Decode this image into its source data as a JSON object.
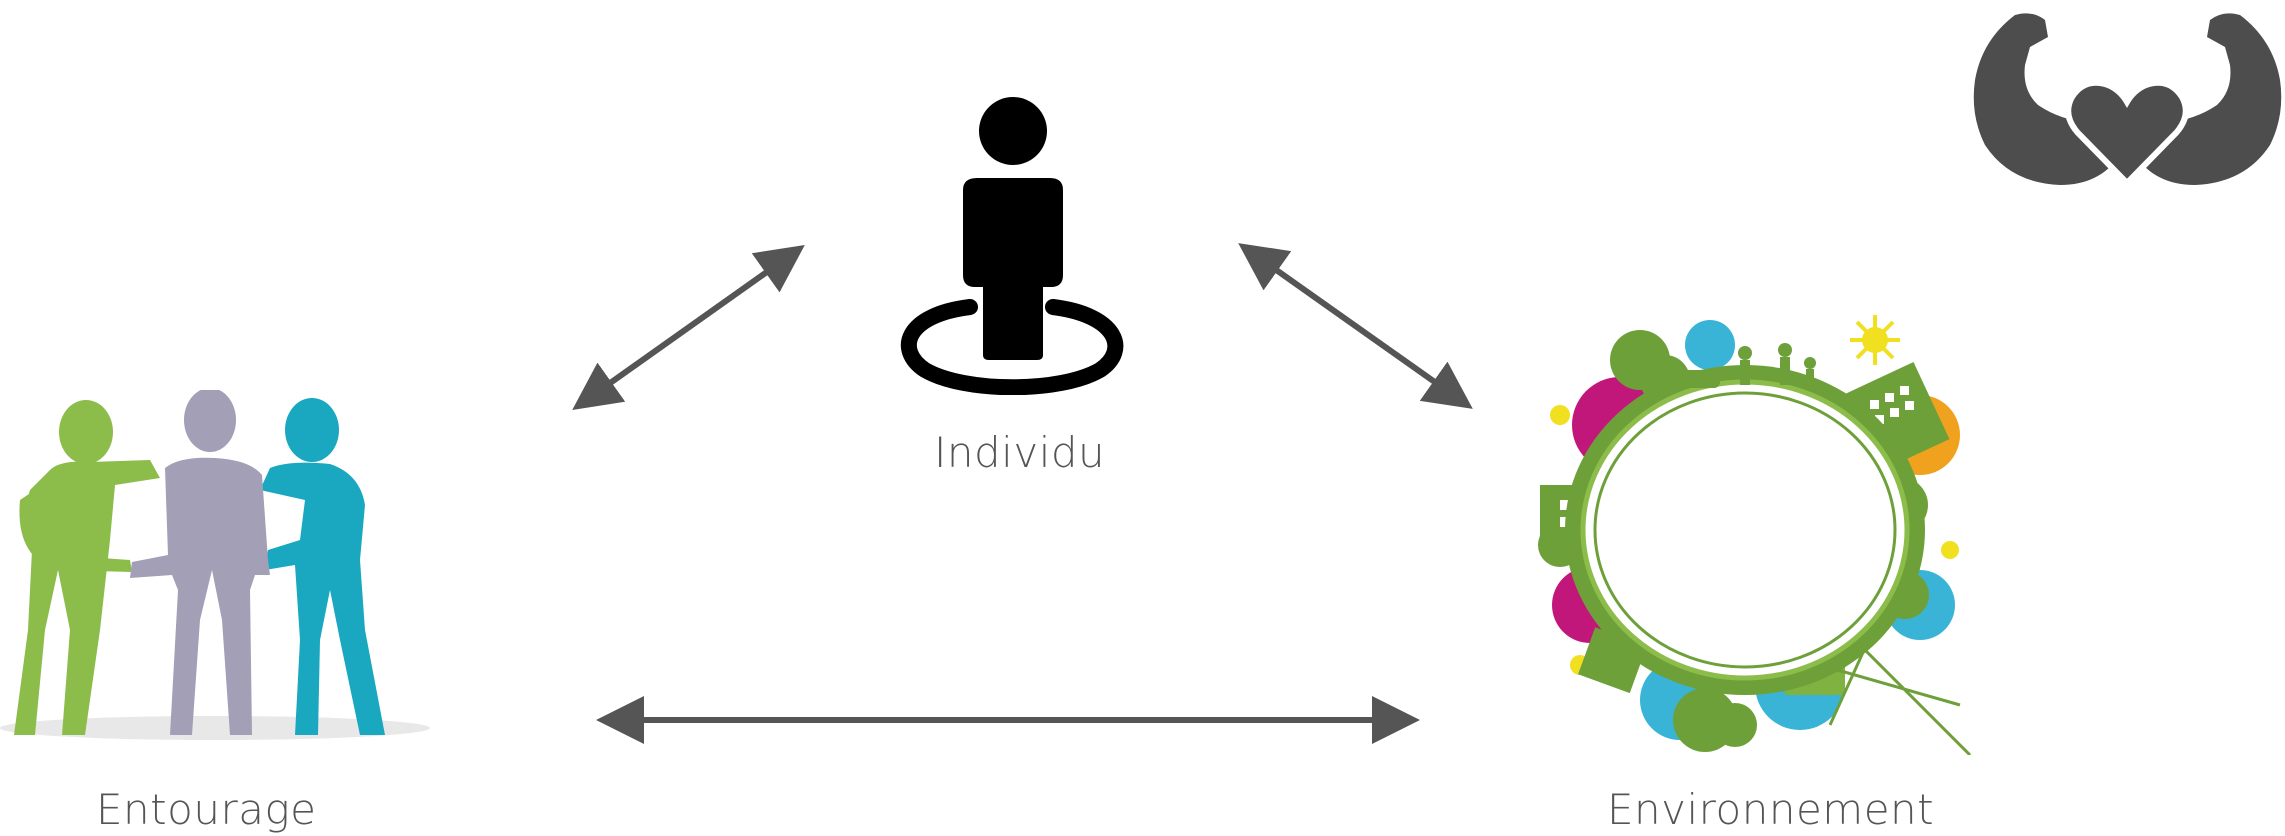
{
  "nodes": {
    "individu": {
      "label": "Individu",
      "icon": "person-standing-icon"
    },
    "entourage": {
      "label": "Entourage",
      "icon": "group-hug-icon"
    },
    "environnement": {
      "label": "Environnement",
      "icon": "eco-globe-icon"
    }
  },
  "corner_icon": {
    "icon": "strong-heart-icon"
  },
  "colors": {
    "arrow": "#555555",
    "label": "#555555",
    "person_green": "#8cbd4a",
    "person_lilac": "#a29fb6",
    "person_teal": "#19a8bf",
    "globe_green": "#6ea03a",
    "corner_icon": "#4d4d4d"
  }
}
